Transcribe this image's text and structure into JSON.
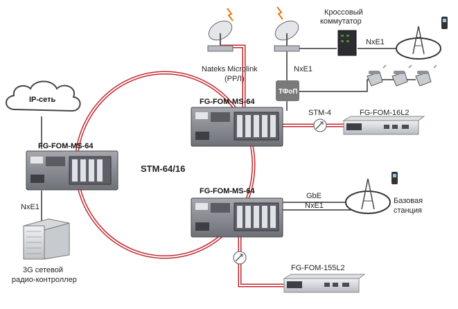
{
  "labels": {
    "ip_network": "IP-сеть",
    "node_left": "FG-FOM-MS-64",
    "node_top": "FG-FOM-MS-64",
    "node_bottom": "FG-FOM-MS-64",
    "ring": "STM-64/16",
    "nxe1_left": "NxE1",
    "rnc_line1": "3G сетевой",
    "rnc_line2": "радио-контроллер",
    "microlink_line1": "Nateks Microlink",
    "microlink_line2": "(РРЛ)",
    "cross_line1": "Кроссовый",
    "cross_line2": "коммутатор",
    "nxe1_cross": "NxE1",
    "nxe1_tfop": "NxE1",
    "tfop": "ТФоП",
    "stm4": "STM-4",
    "dev_16l2": "FG-FOM-16L2",
    "gbe": "GbE",
    "nxe1_bs": "NxE1",
    "bs_line1": "Базовая",
    "bs_line2": "станция",
    "dev_155l2": "FG-FOM-155L2"
  },
  "colors": {
    "fiber": "#c0272d",
    "device_gray": "#8a8c93",
    "line_dark": "#333333",
    "tfop_box": "#7a7a7a"
  }
}
